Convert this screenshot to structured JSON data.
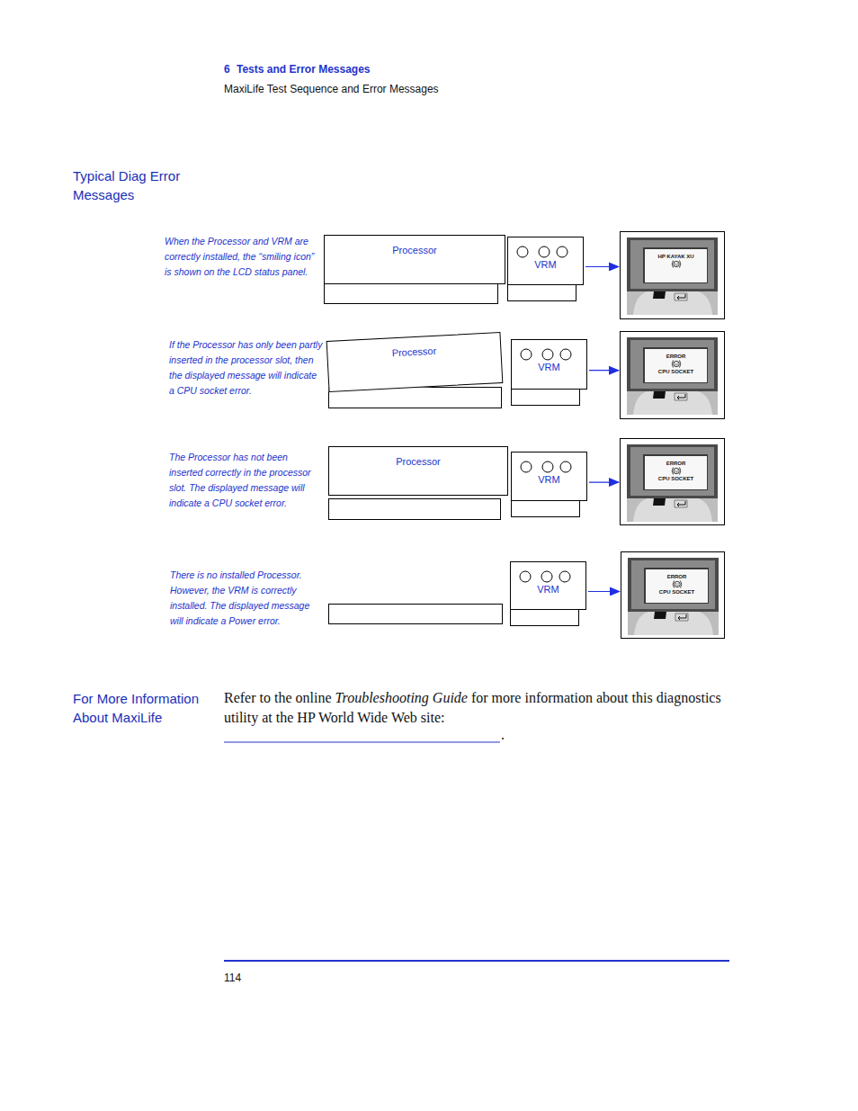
{
  "diagram": {
    "nodes": [
      {
        "text": [
          "Processor"
        ]
      },
      {
        "text": [
          "VRM"
        ]
      },
      {
        "text": [
          "HP KAYAK XU"
        ]
      },
      {
        "text": [
          "Processor"
        ]
      },
      {
        "text": [
          "VRM"
        ]
      },
      {
        "text": [
          "ERROR",
          "CPU SOCKET"
        ]
      },
      {
        "text": [
          "Processor"
        ]
      },
      {
        "text": [
          "VRM"
        ]
      },
      {
        "text": [
          "ERROR",
          "CPU SOCKET"
        ]
      },
      {
        "text": [
          "VRM"
        ]
      },
      {
        "text": [
          "ERROR",
          "CPU SOCKET"
        ]
      }
    ],
    "edges": [
      {
        "from": 1,
        "to": 2,
        "arrow": "to"
      },
      {
        "from": 4,
        "to": 5,
        "arrow": "to"
      },
      {
        "from": 7,
        "to": 8,
        "arrow": "to"
      },
      {
        "from": 9,
        "to": 10,
        "arrow": "to"
      }
    ],
    "labels": [
      "6",
      "Tests and Error Messages",
      "MaxiLife Test Sequence and Error Messages",
      "Typical Diag Error Messages",
      "When the Processor and VRM are correctly installed, the “smiling icon” is shown on the LCD status panel.",
      "If the Processor has only been partly inserted in the processor slot, then the displayed message will indicate a CPU socket error.",
      "The Processor has not been inserted correctly in the processor slot. The displayed message will indicate a CPU socket error.",
      "There is no installed Processor. However, the VRM is correctly installed. The displayed message will indicate a Power error.",
      "For More Information About MaxiLife",
      "Refer to the online",
      "Troubleshooting Guide",
      "for more information about this diagnostics utility at the HP World Wide Web site:",
      ".",
      "114"
    ]
  }
}
